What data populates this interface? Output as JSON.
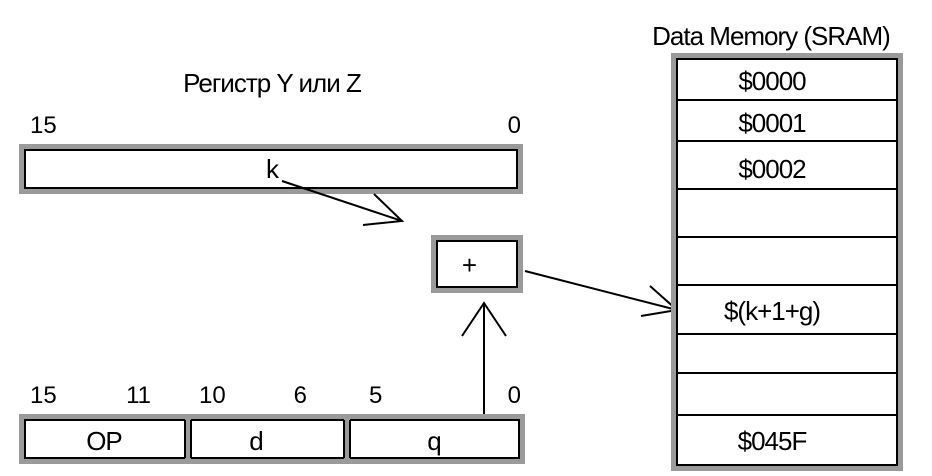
{
  "register": {
    "title": "Регистр Y или Z",
    "bit_high": "15",
    "bit_low": "0",
    "field": "k"
  },
  "adder": {
    "symbol": "+"
  },
  "instruction": {
    "bits": [
      "15",
      "11",
      "10",
      "6",
      "5",
      "0"
    ],
    "fields": [
      "OP",
      "d",
      "q"
    ]
  },
  "memory": {
    "title": "Data Memory (SRAM)",
    "cells": [
      "$0000",
      "$0001",
      "$0002",
      "",
      "",
      "$(k+1+g)",
      "",
      "",
      "$045F"
    ]
  },
  "colors": {
    "line": "#000000",
    "box_shadow": "#9a9a9a",
    "background": "#ffffff"
  }
}
